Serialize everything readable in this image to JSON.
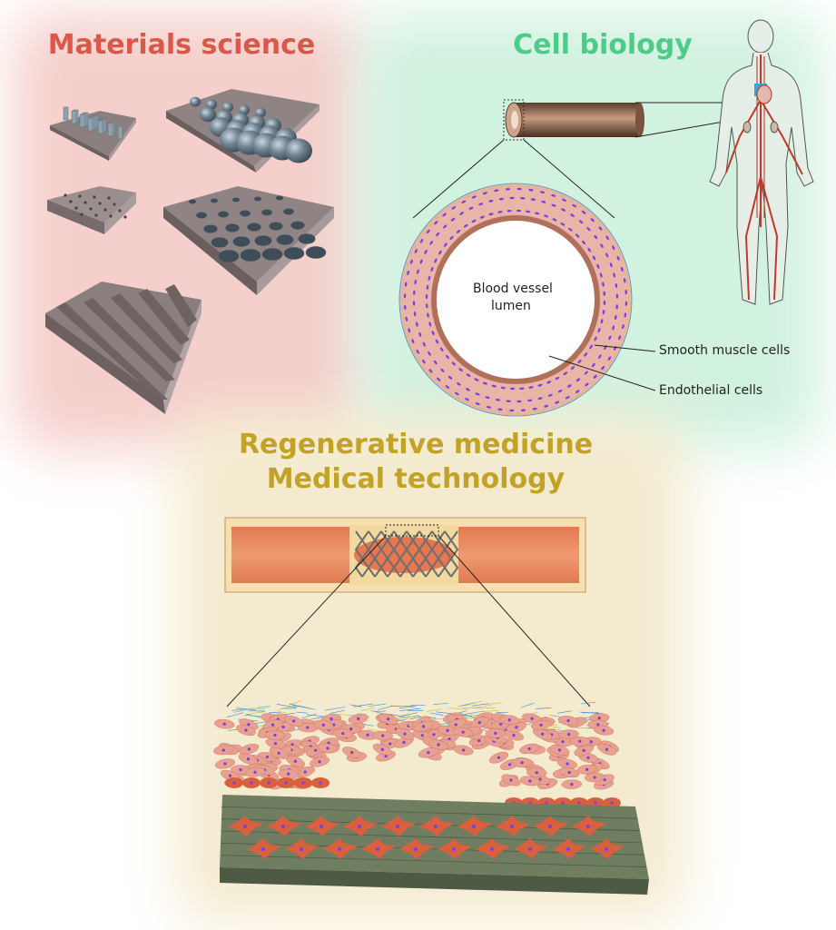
{
  "titles": {
    "materials_science": "Materials science",
    "cell_biology": "Cell biology",
    "regenerative_medicine": "Regenerative medicine",
    "medical_technology": "Medical technology"
  },
  "labels": {
    "lumen_line1": "Blood vessel",
    "lumen_line2": "lumen",
    "smooth_muscle": "Smooth muscle cells",
    "endothelial": "Endothelial cells"
  },
  "colors": {
    "materials": "#d9584a",
    "cell_biology": "#4ccc88",
    "regenerative": "#c2a227",
    "cell_body": "#e8a08f",
    "nucleus": "#7a3fe0",
    "substrate": "#6f7d61"
  }
}
